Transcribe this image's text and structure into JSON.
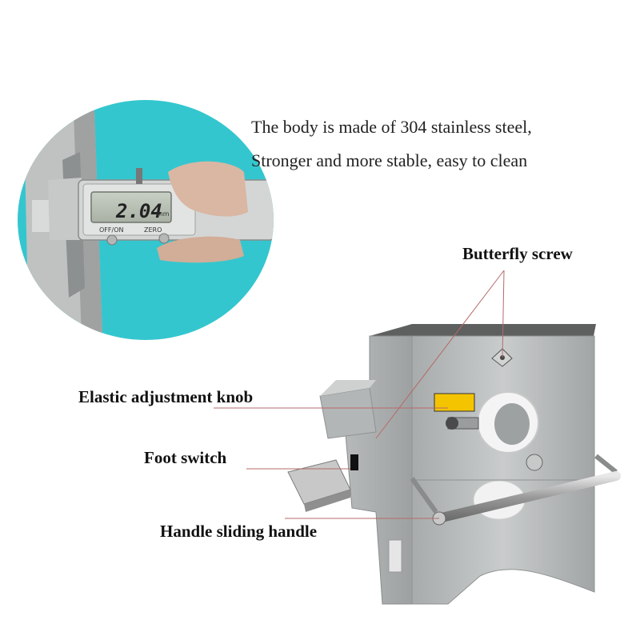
{
  "description": {
    "line1": "The body is made of 304 stainless steel,",
    "line2": "Stronger and more stable, easy to clean"
  },
  "callouts": {
    "butterfly_screw": "Butterfly screw",
    "elastic_knob": "Elastic adjustment knob",
    "foot_switch": "Foot switch",
    "handle": "Handle sliding handle"
  },
  "caliper": {
    "reading": "2.04",
    "unit": "mm",
    "off_on": "OFF/ON",
    "zero": "ZERO"
  },
  "colors": {
    "inset_bg": "#34c6cf",
    "steel": "#b9bcbc",
    "steel_dark": "#8f9292",
    "callout_line": "#b56a6a"
  }
}
